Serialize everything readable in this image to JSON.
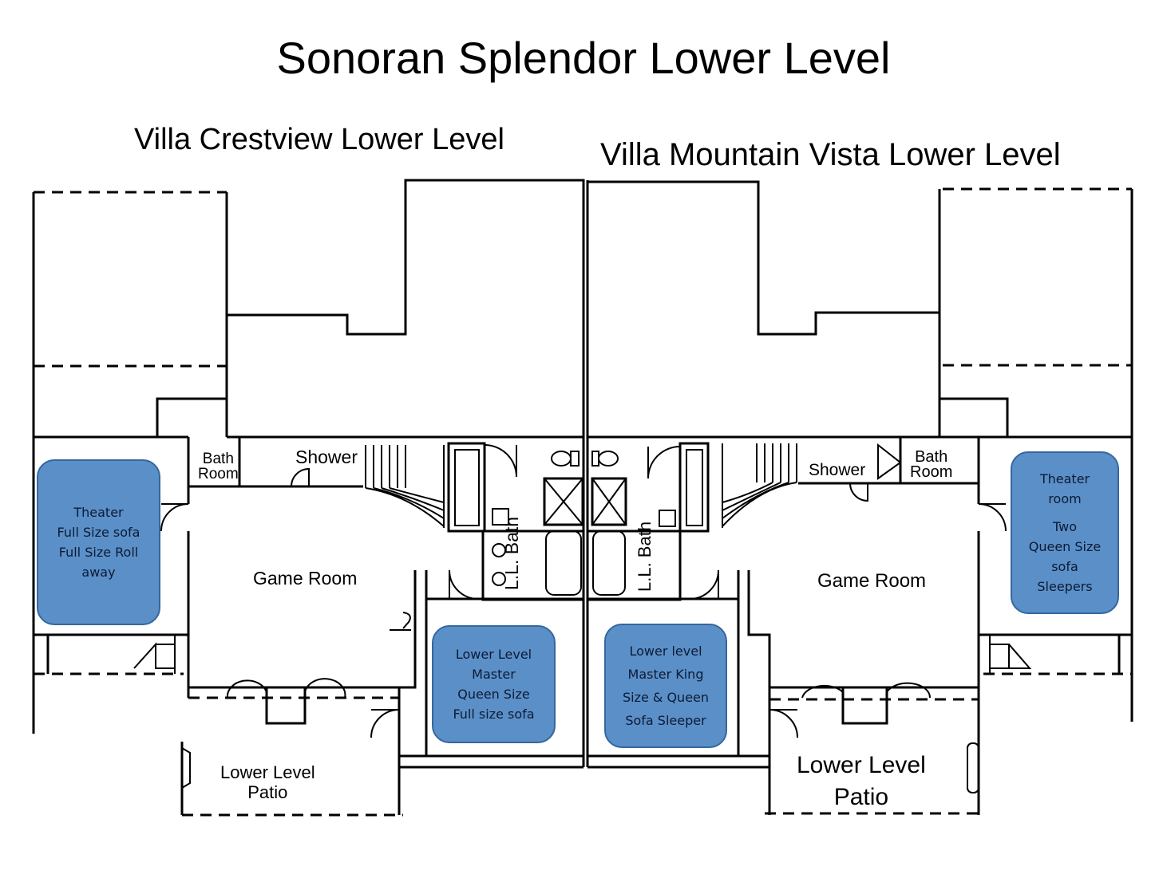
{
  "page_title": "Sonoran Splendor Lower Level",
  "left_villa": {
    "heading": "Villa Crestview Lower Level",
    "rooms": {
      "bath_room_line1": "Bath",
      "bath_room_line2": "Room",
      "shower": "Shower",
      "game_room": "Game Room",
      "ll_bath": "L.L. Bath",
      "patio_line1": "Lower Level",
      "patio_line2": "Patio"
    },
    "theater_box": [
      "Theater",
      "Full Size sofa",
      "Full Size Roll",
      "away"
    ],
    "master_box": [
      "Lower Level",
      "Master",
      "Queen Size",
      "Full size sofa"
    ]
  },
  "right_villa": {
    "heading": "Villa Mountain Vista Lower Level",
    "rooms": {
      "bath_room_line1": "Bath",
      "bath_room_line2": "Room",
      "shower": "Shower",
      "game_room": "Game Room",
      "ll_bath": "L.L. Bath",
      "patio_line1": "Lower Level",
      "patio_line2": "Patio"
    },
    "theater_box": [
      "Theater",
      "room",
      "Two",
      "Queen Size",
      "sofa",
      "Sleepers"
    ],
    "master_box": [
      "Lower level",
      "Master King",
      "Size & Queen",
      "Sofa Sleeper"
    ]
  },
  "colors": {
    "box_fill": "#5b8fc8",
    "box_border": "#35679e",
    "walls": "#000000",
    "background": "#ffffff"
  }
}
